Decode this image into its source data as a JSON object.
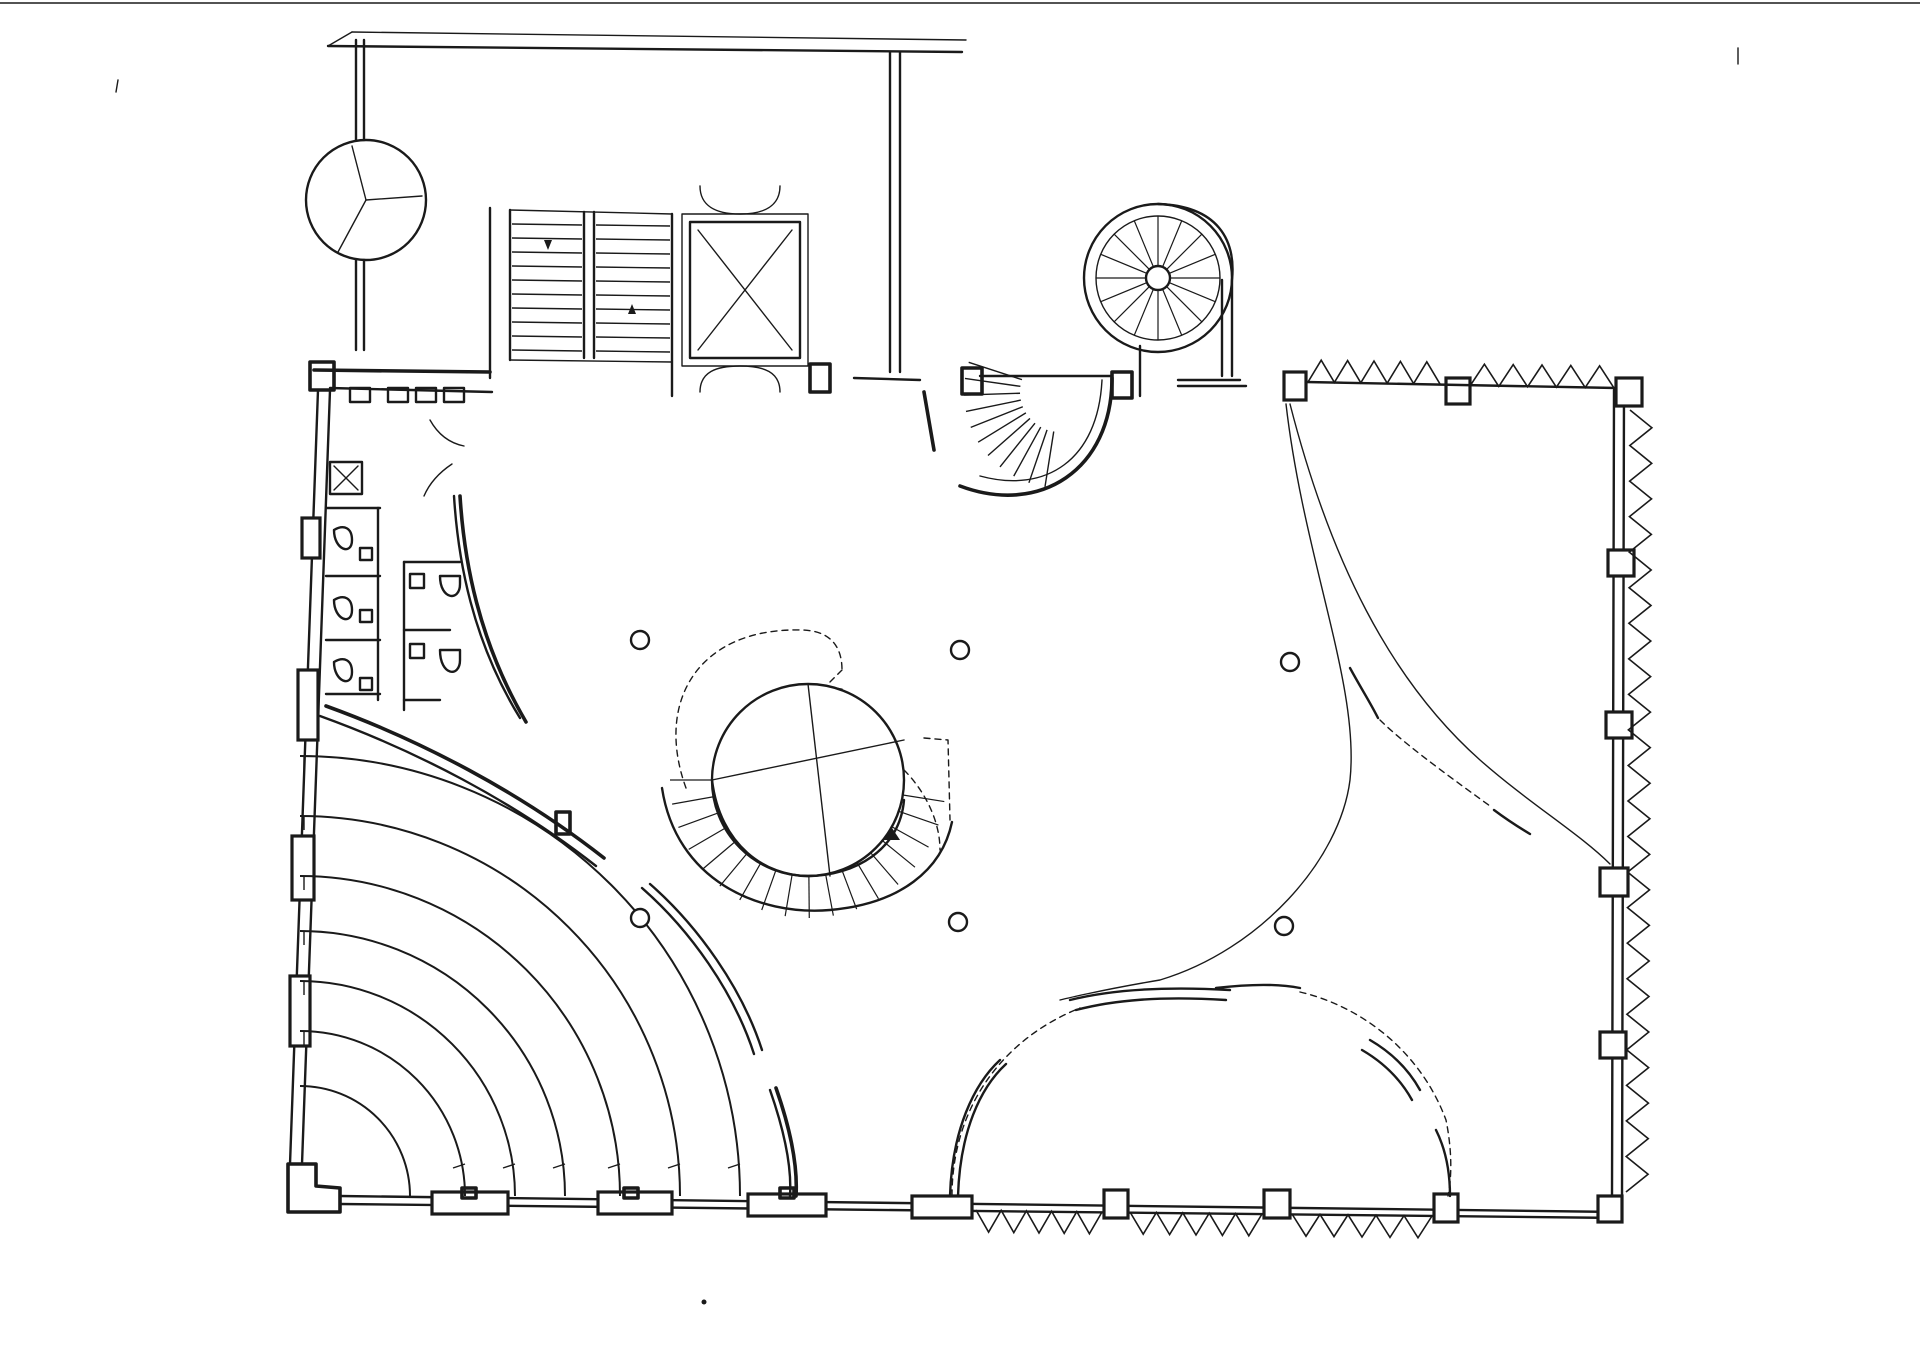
{
  "drawing": {
    "kind": "hand-drawn architectural floor plan",
    "ink_color": "#1a1a1a",
    "paper_color": "#ffffff",
    "elements": [
      "exterior-wall-left",
      "exterior-wall-bottom",
      "exterior-wall-right",
      "entrance-canopy",
      "revolving-door",
      "straight-stair",
      "elevator",
      "restrooms",
      "spiral-stair",
      "curved-stair-top",
      "central-spiral-stair",
      "auditorium-seating",
      "round-columns",
      "folding-glass-facade",
      "semicircular-room"
    ]
  }
}
